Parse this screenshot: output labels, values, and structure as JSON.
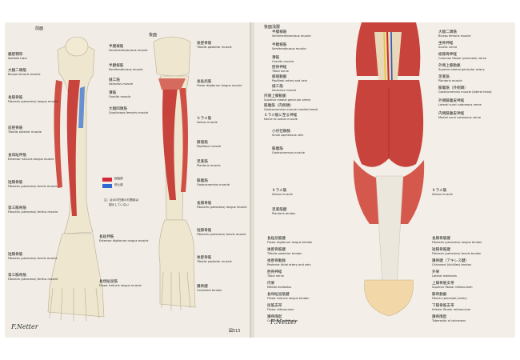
{
  "left_page": {
    "header_front": "前面",
    "header_back": "後面",
    "page_number": "図515",
    "signature": "F.Netter",
    "legend": {
      "origin": "起始部",
      "insertion": "停止部",
      "colors": {
        "origin": "#d2283a",
        "insertion": "#2e6bd0"
      },
      "note_line1": "注：足の内在筋の付着部は",
      "note_line2": "図示していない"
    },
    "labels": [
      {
        "jp": "腸脛靱帯",
        "en": "Iliotibial tract"
      },
      {
        "jp": "大腿二頭筋",
        "en": "Biceps femoris muscle"
      },
      {
        "jp": "長腓骨筋",
        "en": "Fibularis (peroneus) longus muscle"
      },
      {
        "jp": "前脛骨筋",
        "en": "Tibialis anterior muscle"
      },
      {
        "jp": "長母趾伸筋",
        "en": "Extensor hallucis longus muscle"
      },
      {
        "jp": "短腓骨筋",
        "en": "Fibularis (peroneus) brevis muscle"
      },
      {
        "jp": "第三腓骨筋",
        "en": "Fibularis (peroneus) tertius muscle"
      },
      {
        "jp": "短腓骨筋",
        "en": "Fibularis (peroneus) brevis muscle"
      },
      {
        "jp": "第三腓骨筋",
        "en": "Fibularis (peroneus) tertius muscle"
      },
      {
        "jp": "半膜様筋",
        "en": "Semimembranosus muscle"
      },
      {
        "jp": "半腱様筋",
        "en": "Semitendinosus muscle"
      },
      {
        "jp": "縫工筋",
        "en": "Sartorius muscle"
      },
      {
        "jp": "薄筋",
        "en": "Gracilis muscle"
      },
      {
        "jp": "大腿四頭筋",
        "en": "Quadriceps femoris muscle"
      },
      {
        "jp": "長趾伸筋",
        "en": "Extensor digitorum longus muscle"
      },
      {
        "jp": "長母趾屈筋",
        "en": "Flexor hallucis longus muscle"
      },
      {
        "jp": "後脛骨筋",
        "en": "Tibialis posterior muscle"
      },
      {
        "jp": "長趾屈筋",
        "en": "Flexor digitorum longus muscle"
      },
      {
        "jp": "ヒラメ筋",
        "en": "Soleus muscle"
      },
      {
        "jp": "膝窩筋",
        "en": "Popliteus muscle"
      },
      {
        "jp": "足底筋",
        "en": "Plantaris muscle"
      },
      {
        "jp": "腓腹筋",
        "en": "Gastrocnemius muscle"
      },
      {
        "jp": "長腓骨筋",
        "en": "Fibularis (peroneus) longus muscle"
      },
      {
        "jp": "短腓骨筋",
        "en": "Fibularis (peroneus) brevis muscle"
      },
      {
        "jp": "後脛骨筋",
        "en": "Tibialis posterior muscle"
      },
      {
        "jp": "踵骨腱",
        "en": "Calcaneal tendon"
      }
    ]
  },
  "right_page": {
    "header": "後面浅層",
    "signature": "F.Netter",
    "labels_left": [
      {
        "jp": "半膜様筋",
        "en": "Semimembranosus muscle"
      },
      {
        "jp": "半腱様筋",
        "en": "Semitendinosus muscle"
      },
      {
        "jp": "薄筋",
        "en": "Gracilis muscle"
      },
      {
        "jp": "脛骨神経",
        "en": "Tibial nerve"
      },
      {
        "jp": "膝窩動脈",
        "en": "Popliteal artery and vein"
      },
      {
        "jp": "縫工筋",
        "en": "Sartorius muscle"
      },
      {
        "jp": "内側上膝動脈",
        "en": "Superior medial genicular artery"
      },
      {
        "jp": "腓腹筋（内側頭）",
        "en": "Gastrocnemius muscle (medial head)"
      },
      {
        "jp": "ヒラメ筋に至る神経",
        "en": "Nerve to soleus muscle"
      },
      {
        "jp": "小伏在静脈",
        "en": "Small saphenous vein"
      },
      {
        "jp": "腓腹筋",
        "en": "Gastrocnemius muscle"
      },
      {
        "jp": "ヒラメ筋",
        "en": "Soleus muscle"
      },
      {
        "jp": "足底筋腱",
        "en": "Plantaris tendon"
      },
      {
        "jp": "長趾屈筋腱",
        "en": "Flexor digitorum longus tendon"
      },
      {
        "jp": "後脛骨筋腱",
        "en": "Tibialis posterior tendon"
      },
      {
        "jp": "後脛骨動脈",
        "en": "Posterior tibial artery and vein"
      },
      {
        "jp": "脛骨神経",
        "en": "Tibial nerve"
      },
      {
        "jp": "内果",
        "en": "Medial malleolus"
      },
      {
        "jp": "長母趾屈筋腱",
        "en": "Flexor hallucis longus tendon"
      },
      {
        "jp": "屈筋支帯",
        "en": "Flexor retinaculum"
      },
      {
        "jp": "踵骨隆起",
        "en": "Calcaneal tuberosity"
      }
    ],
    "labels_right": [
      {
        "jp": "大腿二頭筋",
        "en": "Biceps femoris muscle"
      },
      {
        "jp": "坐骨神経",
        "en": "Sciatic nerve"
      },
      {
        "jp": "総腓骨神経",
        "en": "Common fibular (peroneal) nerve"
      },
      {
        "jp": "外側上膝動脈",
        "en": "Superior lateral genicular artery"
      },
      {
        "jp": "足底筋",
        "en": "Plantaris muscle"
      },
      {
        "jp": "腓腹筋（外側頭）",
        "en": "Gastrocnemius muscle (lateral head)"
      },
      {
        "jp": "外側腓腹皮神経",
        "en": "Lateral sural cutaneous nerve"
      },
      {
        "jp": "内側腓腹皮神経",
        "en": "Medial sural cutaneous nerve"
      },
      {
        "jp": "ヒラメ筋",
        "en": "Soleus muscle"
      },
      {
        "jp": "長腓骨筋腱",
        "en": "Fibularis (peroneus) longus tendon"
      },
      {
        "jp": "短腓骨筋腱",
        "en": "Fibularis (peroneus) brevis tendon"
      },
      {
        "jp": "踵骨腱（アキレス腱）",
        "en": "Calcaneal (Achilles) tendon"
      },
      {
        "jp": "外果",
        "en": "Lateral malleolus"
      },
      {
        "jp": "上腓骨筋支帯",
        "en": "Superior fibular retinaculum"
      },
      {
        "jp": "腓骨動脈",
        "en": "Fibular (peroneal) artery"
      },
      {
        "jp": "下腓骨筋支帯",
        "en": "Inferior fibular retinaculum"
      },
      {
        "jp": "踵骨隆起",
        "en": "Tuberosity of calcaneus"
      }
    ]
  },
  "colors": {
    "muscle": "#c8433b",
    "muscle_light": "#e0786e",
    "bone": "#efe6cf",
    "tendon": "#ece7dc",
    "artery": "#cc2a2a",
    "vein": "#2f56b8",
    "nerve": "#e6c52a"
  }
}
